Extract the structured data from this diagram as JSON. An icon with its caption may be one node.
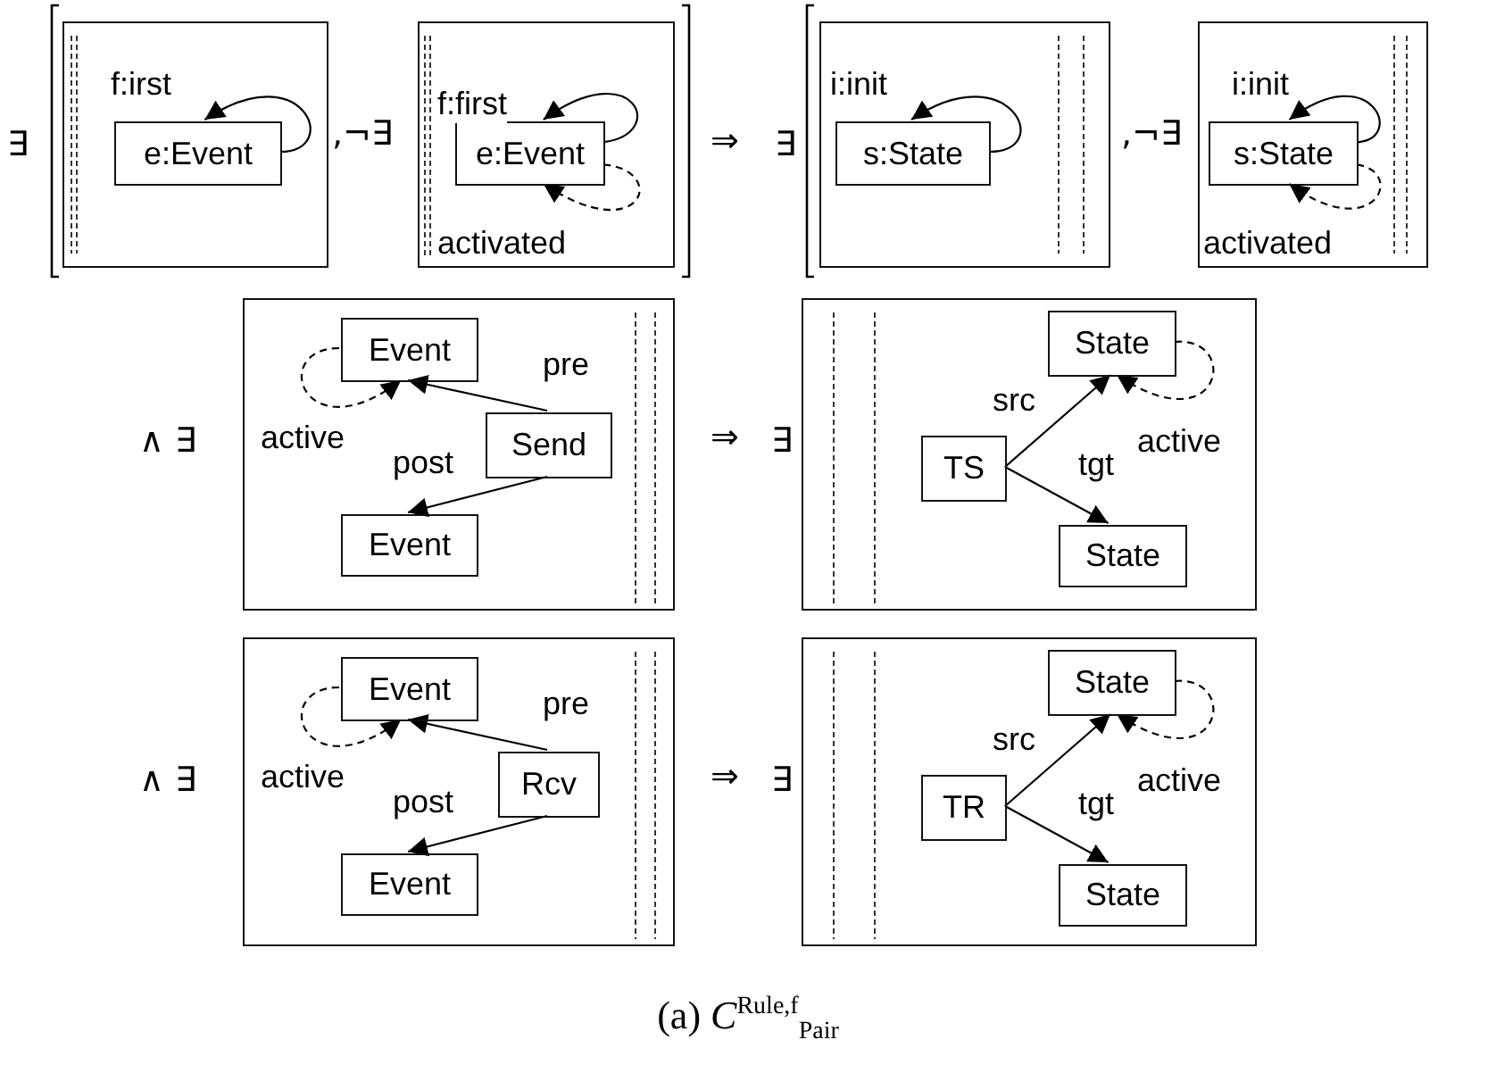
{
  "diagram": {
    "caption": "(a) *C*$^{Rule,f}$$_{Pair}$",
    "nodes": [
      {
        "text": [],
        "shape": "box"
      },
      {
        "text": [
          "e:Event"
        ],
        "in": 0
      },
      {
        "text": [],
        "shape": "box"
      },
      {
        "text": [
          "e:Event"
        ],
        "in": 2
      },
      {
        "text": [],
        "shape": "box"
      },
      {
        "text": [
          "s:State"
        ],
        "in": 4
      },
      {
        "text": [],
        "shape": "box"
      },
      {
        "text": [
          "s:State"
        ],
        "in": 6
      },
      {
        "text": [],
        "shape": "box"
      },
      {
        "text": [
          "Event"
        ],
        "in": 8
      },
      {
        "text": [
          "Send"
        ],
        "in": 8
      },
      {
        "text": [
          "Event"
        ],
        "in": 8
      },
      {
        "text": [],
        "shape": "box"
      },
      {
        "text": [
          "State"
        ],
        "in": 12
      },
      {
        "text": [
          "TS"
        ],
        "in": 12
      },
      {
        "text": [
          "State"
        ],
        "in": 12
      },
      {
        "text": [],
        "shape": "box"
      },
      {
        "text": [
          "Event"
        ],
        "in": 16
      },
      {
        "text": [
          "Rcv"
        ],
        "in": 16
      },
      {
        "text": [
          "Event"
        ],
        "in": 16
      },
      {
        "text": [],
        "shape": "box"
      },
      {
        "text": [
          "State"
        ],
        "in": 20
      },
      {
        "text": [
          "TR"
        ],
        "in": 20
      },
      {
        "text": [
          "State"
        ],
        "in": 20
      }
    ],
    "edges": [
      {
        "from": 1,
        "to": 1,
        "arrow": "to",
        "label": "f:irst"
      },
      {
        "from": 3,
        "to": 3,
        "arrow": "to",
        "label": "f:first"
      },
      {
        "from": 3,
        "to": 3,
        "arrow": "to",
        "label": "activated",
        "style": "dashed"
      },
      {
        "from": 5,
        "to": 5,
        "arrow": "to",
        "label": "i:init"
      },
      {
        "from": 7,
        "to": 7,
        "arrow": "to",
        "label": "i:init"
      },
      {
        "from": 7,
        "to": 7,
        "arrow": "to",
        "label": "activated",
        "style": "dashed"
      },
      {
        "from": 10,
        "to": 9,
        "arrow": "to",
        "label": "pre"
      },
      {
        "from": 10,
        "to": 11,
        "arrow": "to",
        "label": "post"
      },
      {
        "from": 9,
        "to": 9,
        "arrow": "to",
        "label": "active",
        "style": "dashed"
      },
      {
        "from": 14,
        "to": 13,
        "arrow": "to",
        "label": "src"
      },
      {
        "from": 14,
        "to": 15,
        "arrow": "to",
        "label": "tgt"
      },
      {
        "from": 13,
        "to": 13,
        "arrow": "to",
        "label": "active",
        "style": "dashed"
      },
      {
        "from": 18,
        "to": 17,
        "arrow": "to",
        "label": "pre"
      },
      {
        "from": 18,
        "to": 19,
        "arrow": "to",
        "label": "post"
      },
      {
        "from": 17,
        "to": 17,
        "arrow": "to",
        "label": "active",
        "style": "dashed"
      },
      {
        "from": 22,
        "to": 21,
        "arrow": "to",
        "label": "src"
      },
      {
        "from": 22,
        "to": 23,
        "arrow": "to",
        "label": "tgt"
      },
      {
        "from": 21,
        "to": 21,
        "arrow": "to",
        "label": "active",
        "style": "dashed"
      }
    ],
    "labels": [
      "∃",
      ",¬∃",
      "⇒",
      "∃",
      ",¬∃",
      "∧ ∃",
      "⇒",
      "∃",
      "∧ ∃",
      "⇒",
      "∃"
    ]
  }
}
